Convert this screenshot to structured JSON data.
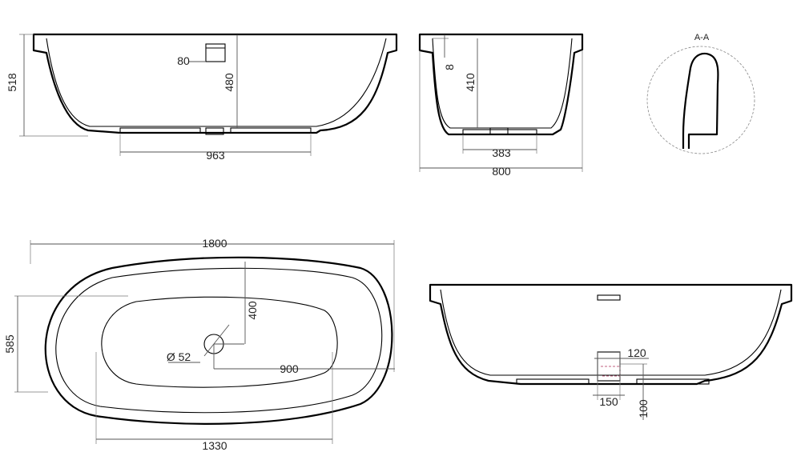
{
  "views": {
    "front_view": {
      "labels": {
        "width_bottom": "963",
        "height_total": "518",
        "height_inner": "480",
        "overflow": "80"
      }
    },
    "side_view": {
      "labels": {
        "width_total": "800",
        "width_bottom": "383",
        "depth": "410",
        "rim": "8"
      }
    },
    "section_view": {
      "labels": {
        "title": "A-A"
      }
    },
    "top_view": {
      "labels": {
        "length_total": "1800",
        "width_total": "585",
        "drain_offset_y": "400",
        "drain_offset_x": "900",
        "drain_diameter": "Ø 52",
        "inner_length": "1330"
      }
    },
    "drain_view": {
      "labels": {
        "drain_width": "120",
        "drain_base": "150",
        "drain_height": "100"
      }
    }
  },
  "colors": {
    "line": "#000000",
    "dimension": "#555555",
    "hidden": "#c06080"
  }
}
